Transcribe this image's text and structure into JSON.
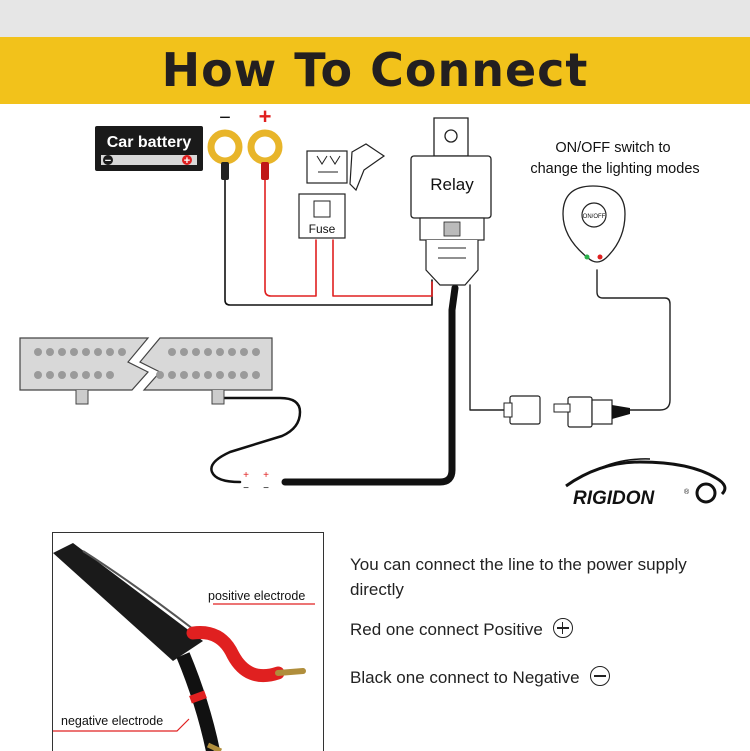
{
  "header": {
    "title": "How To Connect"
  },
  "battery": {
    "label": "Car battery",
    "neg_sign": "−",
    "pos_sign": "+"
  },
  "terminals": {
    "neg_symbol": "−",
    "pos_symbol": "+"
  },
  "fuse": {
    "label": "Fuse"
  },
  "relay": {
    "label": "Relay"
  },
  "switch_caption": {
    "line1": "ON/OFF switch to",
    "line2": "change the lighting modes",
    "button_label": "ON/OFF"
  },
  "light_connector": {
    "pos": "+",
    "neg": "−"
  },
  "brand": {
    "name": "RIGIDON",
    "mark": "®"
  },
  "cable_panel": {
    "positive_label": "positive electrode",
    "negative_label": "negative electrode"
  },
  "instructions": {
    "direct": "You can connect the line to the power supply directly",
    "red": "Red one connect Positive",
    "black": "Black one connect to Negative"
  },
  "colors": {
    "banner": "#f2c21b",
    "wire_red": "#e02020",
    "wire_black": "#111111",
    "ring_terminal": "#e8b52a"
  }
}
